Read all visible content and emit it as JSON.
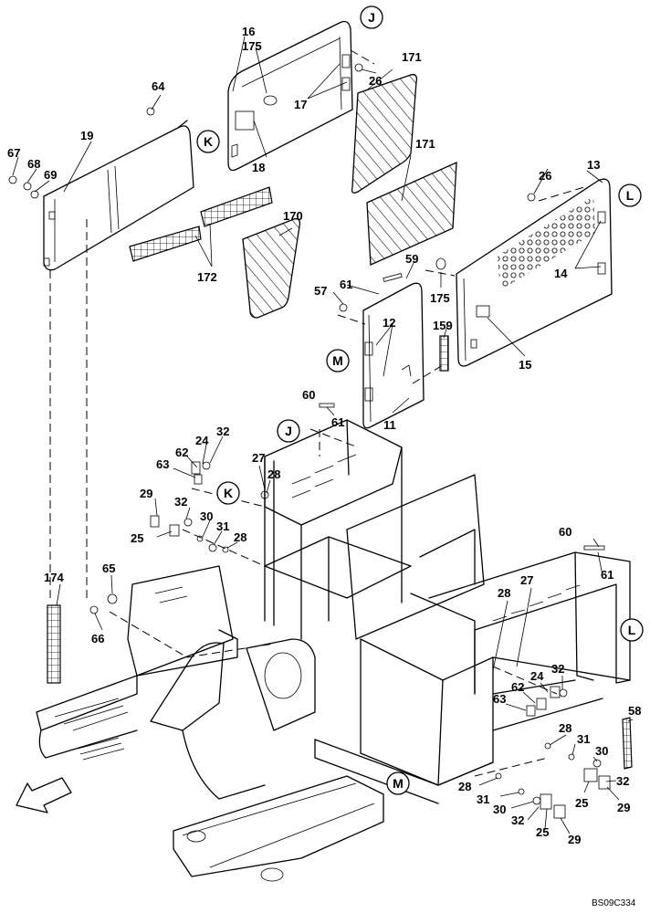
{
  "callouts": [
    "J",
    "K",
    "L",
    "M"
  ],
  "part_labels": {
    "p16": "16",
    "p175a": "175",
    "p17": "17",
    "p18": "18",
    "p26a": "26",
    "p171a": "171",
    "p64": "64",
    "p19": "19",
    "p67": "67",
    "p68": "68",
    "p69": "69",
    "p171b": "171",
    "p13": "13",
    "p26b": "26",
    "p170": "170",
    "p172": "172",
    "p59": "59",
    "p61a": "61",
    "p57": "57",
    "p12": "12",
    "p159": "159",
    "p175b": "175",
    "p14": "14",
    "p15": "15",
    "p60a": "60",
    "p61b": "61",
    "p11": "11",
    "p32a": "32",
    "p24a": "24",
    "p62a": "62",
    "p63a": "63",
    "p27a": "27",
    "p28a": "28",
    "p29a": "29",
    "p32b": "32",
    "p30a": "30",
    "p25a": "25",
    "p31a": "31",
    "p28b": "28",
    "p174": "174",
    "p65": "65",
    "p66": "66",
    "p60b": "60",
    "p61c": "61",
    "p27b": "27",
    "p28c": "28",
    "p32c": "32",
    "p24b": "24",
    "p62b": "62",
    "p63b": "63",
    "p58": "58",
    "p28d": "28",
    "p31b": "31",
    "p30b": "30",
    "p32d": "32",
    "p25b": "25",
    "p29b": "29",
    "p28e": "28",
    "p31c": "31",
    "p30c": "30",
    "p32e": "32",
    "p25c": "25",
    "p29c": "29"
  },
  "figure_code": "BS09C334"
}
